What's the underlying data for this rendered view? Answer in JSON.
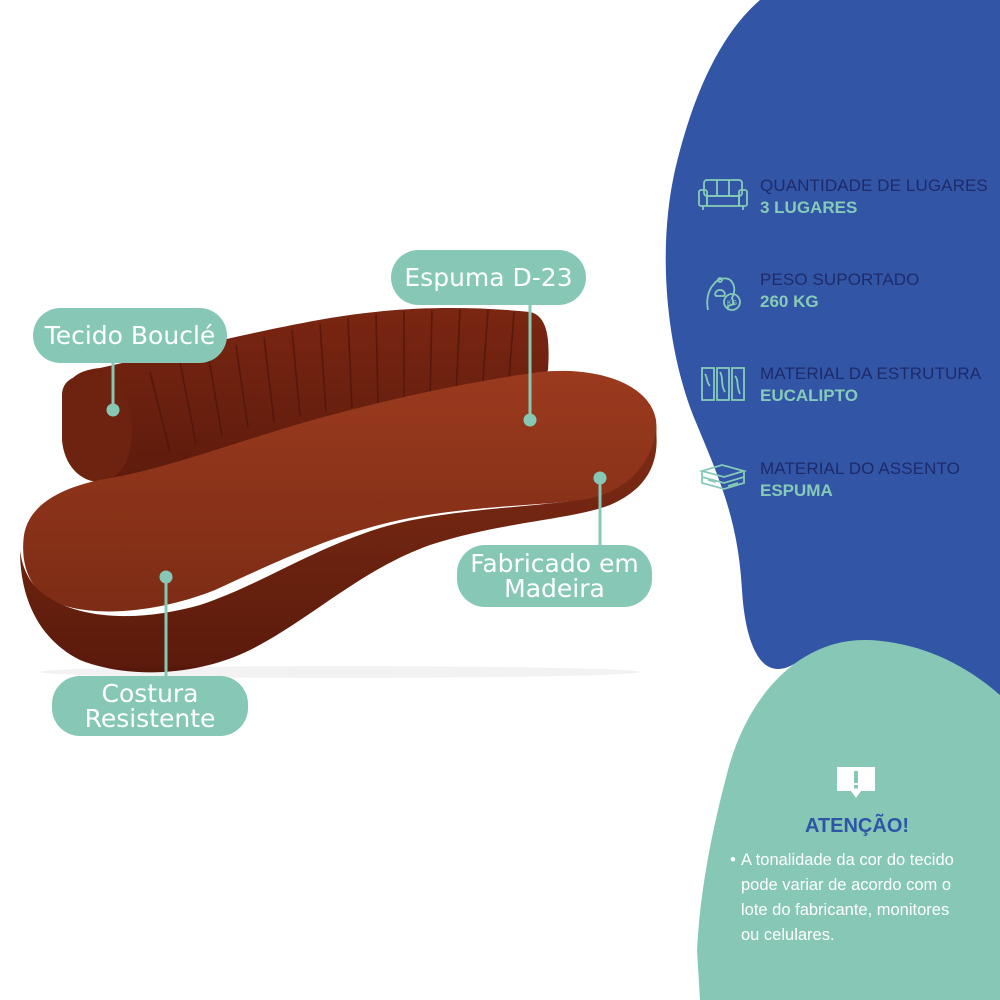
{
  "colors": {
    "blue": "#3355a6",
    "mint": "#86c8b5",
    "fabric": "#8a2f17",
    "navy_text": "#1d2b6b"
  },
  "callouts": {
    "tecido": {
      "lines": [
        "Tecido Bouclé"
      ]
    },
    "espuma": {
      "lines": [
        "Espuma D-23"
      ]
    },
    "fabricado": {
      "lines": [
        "Fabricado em",
        "Madeira"
      ]
    },
    "costura": {
      "lines": [
        "Costura",
        "Resistente"
      ]
    }
  },
  "specs": [
    {
      "icon": "sofa-icon",
      "title": "QUANTIDADE DE LUGARES",
      "value": "3 LUGARES"
    },
    {
      "icon": "weight-icon",
      "title": "PESO SUPORTADO",
      "value": "260 KG"
    },
    {
      "icon": "wood-planks-icon",
      "title": "MATERIAL DA ESTRUTURA",
      "value": "EUCALIPTO"
    },
    {
      "icon": "foam-layers-icon",
      "title": "MATERIAL DO ASSENTO",
      "value": "ESPUMA"
    }
  ],
  "attention": {
    "icon": "alert-speech-icon",
    "title": "ATENÇÃO!",
    "bullet": "•",
    "lines": [
      "A tonalidade da cor do tecido",
      "pode variar de acordo com o",
      "lote do fabricante, monitores",
      "ou celulares."
    ]
  },
  "weight_badge": "KG"
}
